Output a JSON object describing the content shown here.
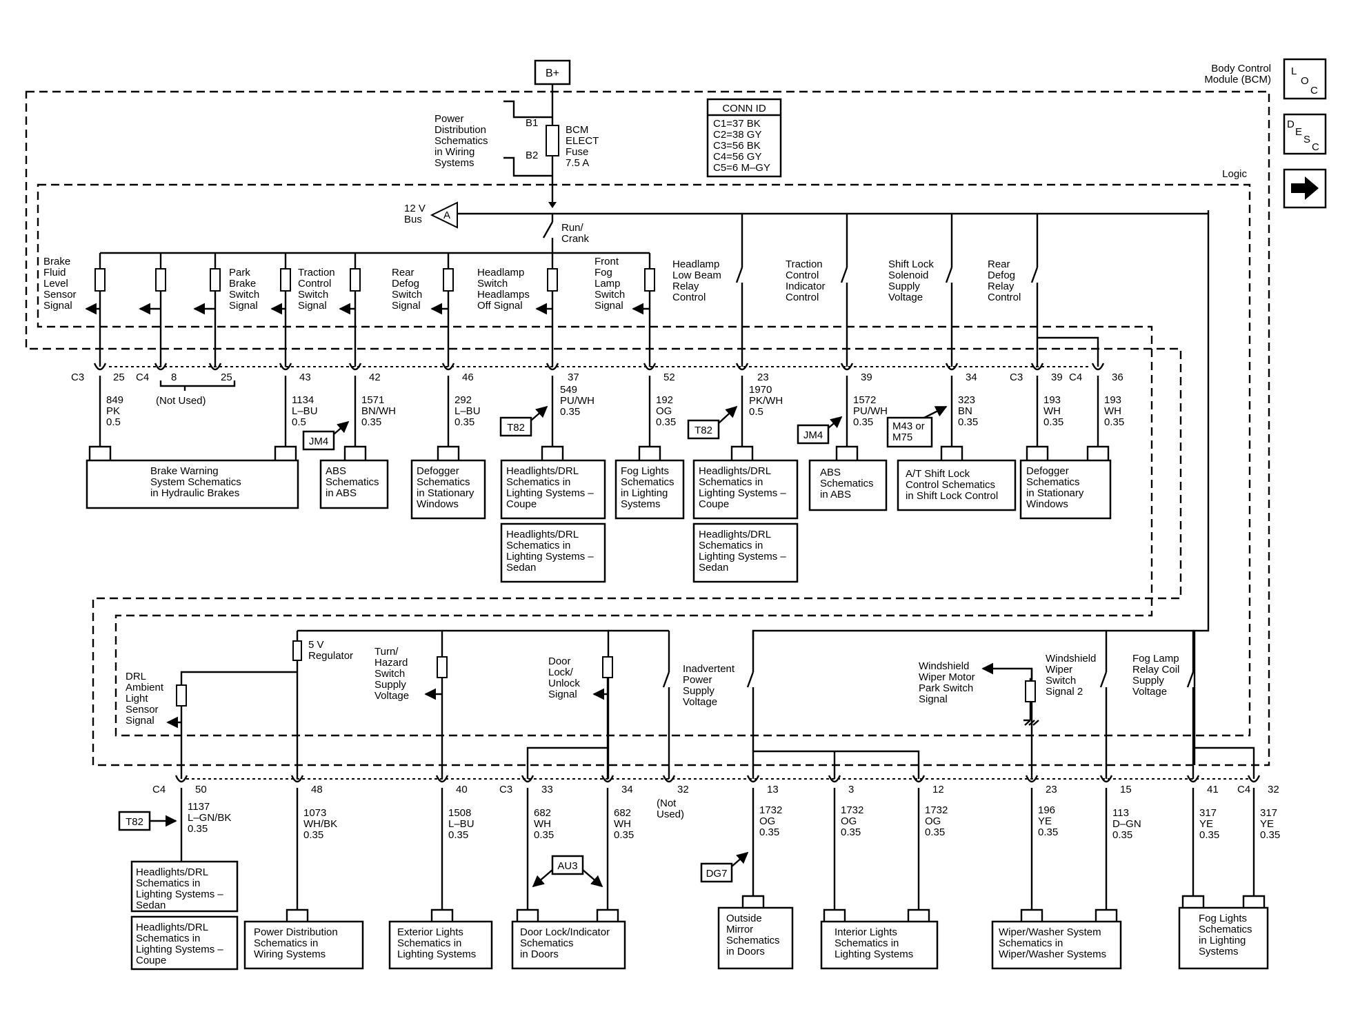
{
  "bcm": {
    "title_1": "Body Control",
    "title_2": "Module (BCM)",
    "logic_label": "Logic"
  },
  "icons": {
    "loc": [
      "L",
      "O",
      "C"
    ],
    "desc": [
      "D",
      "E",
      "S",
      "C"
    ],
    "next_arrow_icon": "arrow-right-icon"
  },
  "power": {
    "bplus": "B+",
    "pds": [
      "Power",
      "Distribution",
      "Schematics",
      "in Wiring",
      "Systems"
    ],
    "b1": "B1",
    "b2": "B2",
    "fuse": [
      "BCM",
      "ELECT",
      "Fuse",
      "7.5 A"
    ],
    "bus": [
      "12 V",
      "Bus"
    ],
    "bus_connector": "A",
    "run_crank": [
      "Run/",
      "Crank"
    ]
  },
  "conn_id": {
    "title": "CONN ID",
    "rows": [
      "C1=37 BK",
      "C2=38 GY",
      "C3=56 BK",
      "C4=56 GY",
      "C5=6 M–GY"
    ]
  },
  "upper": {
    "inputs": {
      "brake_fluid": [
        "Brake",
        "Fluid",
        "Level",
        "Sensor",
        "Signal"
      ],
      "park_brake": [
        "Park",
        "Brake",
        "Switch",
        "Signal"
      ],
      "traction": [
        "Traction",
        "Control",
        "Switch",
        "Signal"
      ],
      "rear_defog": [
        "Rear",
        "Defog",
        "Switch",
        "Signal"
      ],
      "headlamp": [
        "Headlamp",
        "Switch",
        "Headlamps",
        "Off Signal"
      ],
      "front_fog": [
        "Front",
        "Fog",
        "Lamp",
        "Switch",
        "Signal"
      ]
    },
    "outputs": {
      "low_beam": [
        "Headlamp",
        "Low Beam",
        "Relay",
        "Control"
      ],
      "traction_ind": [
        "Traction",
        "Control",
        "Indicator",
        "Control"
      ],
      "shift_lock": [
        "Shift Lock",
        "Solenoid",
        "Supply",
        "Voltage"
      ],
      "rear_defog_relay": [
        "Rear",
        "Defog",
        "Relay",
        "Control"
      ]
    },
    "conn_c3": "C3",
    "conn_c4": "C4",
    "conn_c3b": "C3",
    "conn_c4b": "C4",
    "pins": {
      "p25a": "25",
      "p8": "8",
      "p25b": "25",
      "p43": "43",
      "p42": "42",
      "p46": "46",
      "p37": "37",
      "p52": "52",
      "p23": "23",
      "p39": "39",
      "p34": "34",
      "p39b": "39",
      "p36": "36"
    },
    "not_used": "(Not Used)",
    "wires": {
      "w849": [
        "849",
        "PK",
        "0.5"
      ],
      "w1134": [
        "1134",
        "L–BU",
        "0.5"
      ],
      "w1571": [
        "1571",
        "BN/WH",
        "0.35"
      ],
      "w292": [
        "292",
        "L–BU",
        "0.35"
      ],
      "w549": [
        "549",
        "PU/WH",
        "0.35"
      ],
      "w192": [
        "192",
        "OG",
        "0.35"
      ],
      "w1970": [
        "1970",
        "PK/WH",
        "0.5"
      ],
      "w1572": [
        "1572",
        "PU/WH",
        "0.35"
      ],
      "w323": [
        "323",
        "BN",
        "0.35"
      ],
      "w193a": [
        "193",
        "WH",
        "0.35"
      ],
      "w193b": [
        "193",
        "WH",
        "0.35"
      ]
    },
    "options": {
      "jm4a": "JM4",
      "t82a": "T82",
      "t82b": "T82",
      "jm4b": "JM4",
      "m43": [
        "M43 or",
        "M75"
      ]
    },
    "dest": {
      "brake_warning": [
        "Brake Warning",
        "System Schematics",
        "in Hydraulic Brakes"
      ],
      "abs1": [
        "ABS",
        "Schematics",
        "in ABS"
      ],
      "defogger1": [
        "Defogger",
        "Schematics",
        "in Stationary",
        "Windows"
      ],
      "headlights_coupe1": [
        "Headlights/DRL",
        "Schematics in",
        "Lighting Systems –",
        "Coupe"
      ],
      "headlights_sedan1": [
        "Headlights/DRL",
        "Schematics in",
        "Lighting Systems –",
        "Sedan"
      ],
      "fog1": [
        "Fog Lights",
        "Schematics",
        "in Lighting",
        "Systems"
      ],
      "headlights_coupe2": [
        "Headlights/DRL",
        "Schematics in",
        "Lighting Systems –",
        "Coupe"
      ],
      "headlights_sedan2": [
        "Headlights/DRL",
        "Schematics in",
        "Lighting Systems –",
        "Sedan"
      ],
      "abs2": [
        "ABS",
        "Schematics",
        "in ABS"
      ],
      "shift_lock": [
        "A/T Shift Lock",
        "Control Schematics",
        "in Shift Lock Control"
      ],
      "defogger2": [
        "Defogger",
        "Schematics",
        "in Stationary",
        "Windows"
      ]
    }
  },
  "lower": {
    "inputs": {
      "drl_sensor": [
        "DRL",
        "Ambient",
        "Light",
        "Sensor",
        "Signal"
      ],
      "regulator": [
        "5 V",
        "Regulator"
      ],
      "turn_hazard": [
        "Turn/",
        "Hazard",
        "Switch",
        "Supply",
        "Voltage"
      ],
      "door_lock": [
        "Door",
        "Lock/",
        "Unlock",
        "Signal"
      ],
      "inadvertent": [
        "Inadvertent",
        "Power",
        "Supply",
        "Voltage"
      ],
      "park_switch": [
        "Windshield",
        "Wiper Motor",
        "Park Switch",
        "Signal"
      ],
      "wiper_switch": [
        "Windshield",
        "Wiper",
        "Switch",
        "Signal 2"
      ],
      "fog_relay": [
        "Fog Lamp",
        "Relay Coil",
        "Supply",
        "Voltage"
      ]
    },
    "conn_c4": "C4",
    "conn_c3": "C3",
    "conn_c4b": "C4",
    "pins": {
      "p50": "50",
      "p48": "48",
      "p40": "40",
      "p33": "33",
      "p34": "34",
      "p32a": "32",
      "p13": "13",
      "p3": "3",
      "p12": "12",
      "p23": "23",
      "p15": "15",
      "p41": "41",
      "p32b": "32"
    },
    "not_used": [
      "(Not",
      "Used)"
    ],
    "wires": {
      "w1137": [
        "1137",
        "L–GN/BK",
        "0.35"
      ],
      "w1073": [
        "1073",
        "WH/BK",
        "0.35"
      ],
      "w1508": [
        "1508",
        "L–BU",
        "0.35"
      ],
      "w682a": [
        "682",
        "WH",
        "0.35"
      ],
      "w682b": [
        "682",
        "WH",
        "0.35"
      ],
      "w1732a": [
        "1732",
        "OG",
        "0.35"
      ],
      "w1732b": [
        "1732",
        "OG",
        "0.35"
      ],
      "w1732c": [
        "1732",
        "OG",
        "0.35"
      ],
      "w196": [
        "196",
        "YE",
        "0.35"
      ],
      "w113": [
        "113",
        "D–GN",
        "0.35"
      ],
      "w317a": [
        "317",
        "YE",
        "0.35"
      ],
      "w317b": [
        "317",
        "YE",
        "0.35"
      ]
    },
    "options": {
      "t82": "T82",
      "au3": "AU3",
      "dg7": "DG7"
    },
    "dest": {
      "headlights_sedan": [
        "Headlights/DRL",
        "Schematics in",
        "Lighting Systems –",
        "Sedan"
      ],
      "headlights_coupe": [
        "Headlights/DRL",
        "Schematics in",
        "Lighting Systems –",
        "Coupe"
      ],
      "power_dist": [
        "Power Distribution",
        "Schematics in",
        "Wiring Systems"
      ],
      "exterior": [
        "Exterior Lights",
        "Schematics in",
        "Lighting Systems"
      ],
      "door_lock": [
        "Door Lock/Indicator",
        "Schematics",
        "in Doors"
      ],
      "mirror": [
        "Outside",
        "Mirror",
        "Schematics",
        "in Doors"
      ],
      "interior": [
        "Interior Lights",
        "Schematics in",
        "Lighting Systems"
      ],
      "wiper": [
        "Wiper/Washer System",
        "Schematics in",
        "Wiper/Washer Systems"
      ],
      "fog": [
        "Fog Lights",
        "Schematics",
        "in Lighting",
        "Systems"
      ]
    }
  }
}
